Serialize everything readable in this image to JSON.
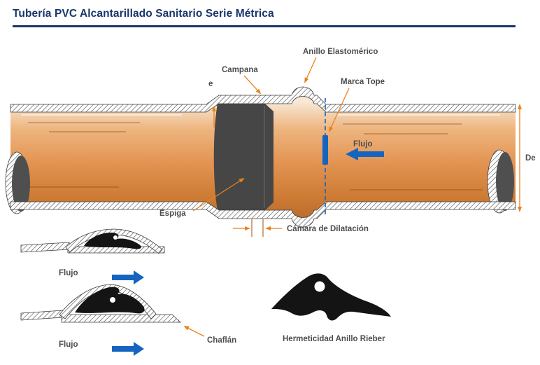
{
  "title": "Tubería PVC Alcantarillado Sanitario Serie Métrica",
  "labels": {
    "anillo_elastomerico": "Anillo Elastomérico",
    "campana": "Campana",
    "wall_thickness": "e",
    "marca_tope": "Marca Tope",
    "flujo": "Flujo",
    "outer_diameter": "De",
    "espiga": "Espiga",
    "camara_dilatacion": "Cámara de Dilatación",
    "chaflan": "Chaflán",
    "hermeticidad_rieber": "Hermeticidad Anillo Rieber"
  },
  "colors": {
    "title": "#17356b",
    "pipe_orange": "#e0914f",
    "flow_blue": "#1565c0",
    "leader_orange": "#e8821e",
    "label_text": "#4d4d4d",
    "section_dark": "#464646",
    "gasket_black": "#141414"
  }
}
